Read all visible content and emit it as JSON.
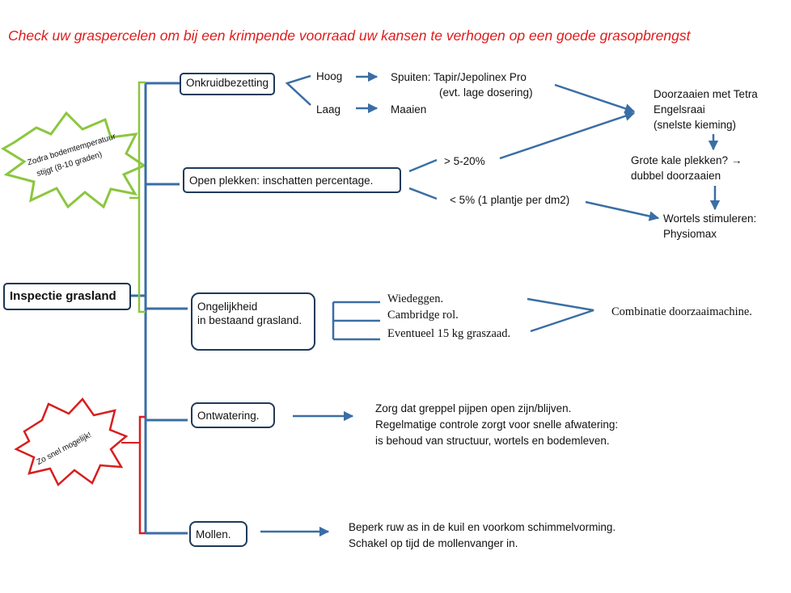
{
  "title": "Check uw graspercelen om bij een krimpende voorraad uw kansen te verhogen op een goede grasopbrengst",
  "root": "Inspectie grasland",
  "stamps": {
    "green": [
      "Zodra bodemtemperatuur",
      "stijgt (8-10 graden)"
    ],
    "red": "Zo snel mogelijk!"
  },
  "branches": {
    "onkruid": {
      "label": "Onkruidbezetting",
      "hoog": "Hoog",
      "laag": "Laag",
      "spuiten": "Spuiten: Tapir/Jepolinex Pro",
      "dosering": "(evt. lage dosering)",
      "maaien": "Maaien"
    },
    "open": {
      "label": "Open plekken: inschatten percentage.",
      "high": "> 5-20%",
      "low": "< 5% (1 plantje per dm2)"
    },
    "right": {
      "doorzaaien": [
        "Doorzaaien met Tetra",
        "Engelsraai",
        "(snelste kieming)"
      ],
      "kale": [
        "Grote kale plekken? →",
        "dubbel doorzaaien"
      ],
      "wortels": [
        "Wortels stimuleren:",
        "Physiomax"
      ]
    },
    "ongelijk": {
      "label": [
        "Ongelijkheid",
        "in bestaand grasland."
      ],
      "items": [
        "Wiedeggen.",
        "Cambridge rol.",
        "Eventueel 15 kg graszaad."
      ],
      "result": "Combinatie doorzaaimachine."
    },
    "ontwatering": {
      "label": "Ontwatering.",
      "text": [
        "Zorg dat greppel pijpen open zijn/blijven.",
        "Regelmatige controle  zorgt voor snelle afwatering:",
        "is behoud van structuur, wortels  en bodemleven."
      ]
    },
    "mollen": {
      "label": "Mollen.",
      "text": [
        "Beperk ruw as in de kuil en voorkom  schimmelvorming.",
        "Schakel op tijd de mollenvanger in."
      ]
    }
  },
  "colors": {
    "line": "#3a6ea5",
    "title": "#e01b1b",
    "green": "#8cc63f",
    "red": "#d81e1e",
    "box": "#1f3a5a"
  }
}
